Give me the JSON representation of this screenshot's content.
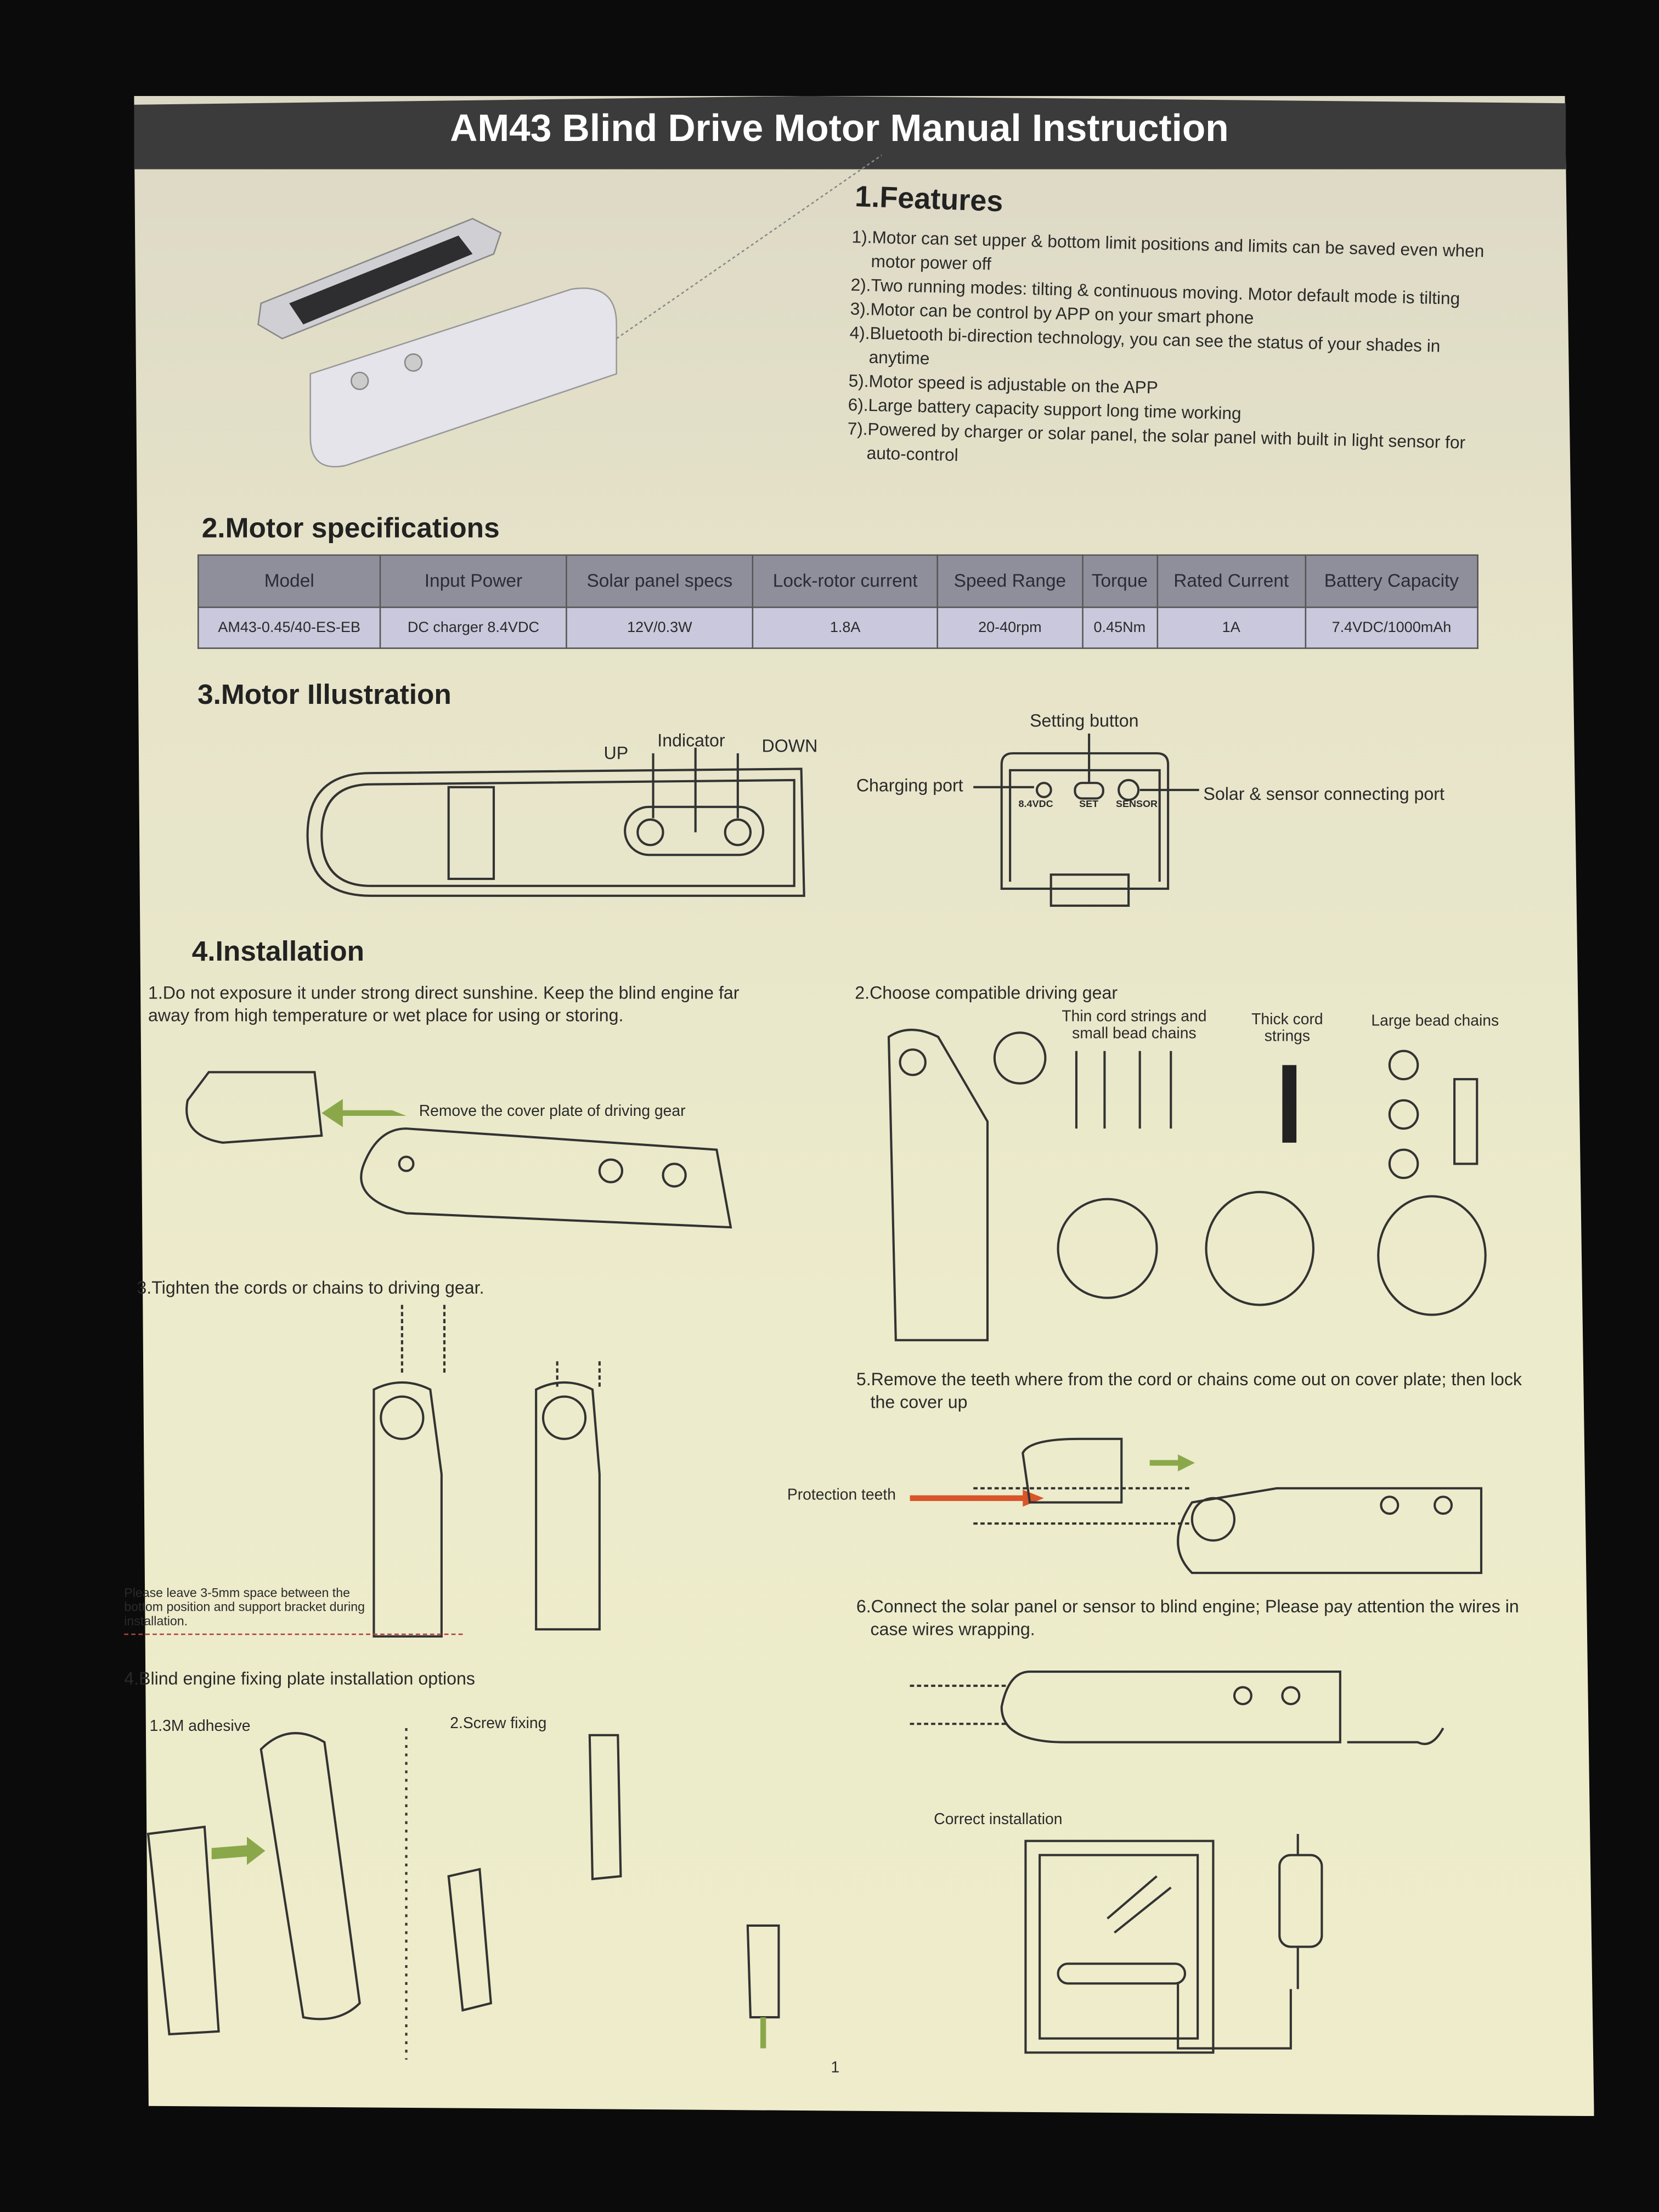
{
  "title": "AM43 Blind Drive Motor Manual Instruction",
  "features": {
    "heading": "1.Features",
    "items": [
      "1).Motor can set upper & bottom limit positions and limits can be saved even when motor power off",
      "2).Two running modes: tilting & continuous moving. Motor default mode is tilting",
      "3).Motor can be control by APP on your smart phone",
      "4).Bluetooth bi-direction technology, you can see the status of your shades in anytime",
      "5).Motor speed is adjustable on the APP",
      "6).Large battery capacity support long time working",
      "7).Powered by charger or solar panel, the solar panel with built in light sensor for auto-control"
    ]
  },
  "specs": {
    "heading": "2.Motor specifications",
    "columns": [
      "Model",
      "Input Power",
      "Solar panel specs",
      "Lock-rotor current",
      "Speed Range",
      "Torque",
      "Rated Current",
      "Battery Capacity"
    ],
    "values": [
      "AM43-0.45/40-ES-EB",
      "DC charger 8.4VDC",
      "12V/0.3W",
      "1.8A",
      "20-40rpm",
      "0.45Nm",
      "1A",
      "7.4VDC/1000mAh"
    ]
  },
  "illustration": {
    "heading": "3.Motor Illustration",
    "up": "UP",
    "indicator": "Indicator",
    "down": "DOWN",
    "setting_button": "Setting button",
    "charging_port": "Charging port",
    "solar_port": "Solar & sensor connecting port",
    "port_labels": [
      "8.4VDC",
      "SET",
      "SENSOR"
    ]
  },
  "installation": {
    "heading": "4.Installation",
    "step1": "1.Do not exposure it under strong direct sunshine. Keep the blind engine far away from high temperature or wet place for using or storing.",
    "remove_cover": "Remove the cover plate of driving gear",
    "step2": "2.Choose compatible driving gear",
    "gear_types": [
      "Thin cord strings and small bead chains",
      "Thick cord strings",
      "Large bead chains"
    ],
    "step3": "3.Tighten the cords or chains to driving gear.",
    "note": "Please leave 3-5mm space between the bottom position and support bracket during installation.",
    "step4": "4.Blind engine fixing plate installation options",
    "option1": "1.3M adhesive",
    "option2": "2.Screw fixing",
    "step5": "5.Remove the teeth where from the cord or chains come out on cover plate; then lock the cover up",
    "protection_teeth": "Protection teeth",
    "step6": "6.Connect the solar panel or sensor to blind engine; Please pay attention the wires in case wires wrapping.",
    "correct": "Correct installation"
  },
  "page_number": "1",
  "colors": {
    "paper": "#ecebcb",
    "title_bar": "#3b3b3b",
    "table_header": "#8f8f9c",
    "table_row": "#c9c8dc",
    "arrow_green": "#8aa84a",
    "arrow_red": "#d9552a"
  }
}
